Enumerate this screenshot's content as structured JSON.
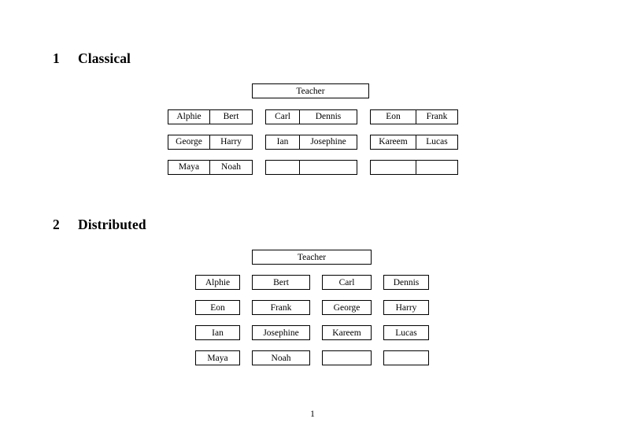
{
  "document": {
    "page_number": "1"
  },
  "sections": [
    {
      "number": "1",
      "title": "Classical",
      "teacher_label": "Teacher",
      "groups": [
        {
          "name": "left-group",
          "rows": [
            {
              "cells": [
                "Alphie",
                "Bert"
              ]
            },
            {
              "cells": [
                "George",
                "Harry"
              ]
            },
            {
              "cells": [
                "Maya",
                "Noah"
              ]
            }
          ]
        },
        {
          "name": "middle-group",
          "rows": [
            {
              "cells": [
                "Carl",
                "Dennis"
              ]
            },
            {
              "cells": [
                "Ian",
                "Josephine"
              ]
            },
            {
              "cells": [
                "",
                ""
              ]
            }
          ]
        },
        {
          "name": "right-group",
          "rows": [
            {
              "cells": [
                "Eon",
                "Frank"
              ]
            },
            {
              "cells": [
                "Kareem",
                "Lucas"
              ]
            },
            {
              "cells": [
                "",
                ""
              ]
            }
          ]
        }
      ]
    },
    {
      "number": "2",
      "title": "Distributed",
      "teacher_label": "Teacher",
      "grid": [
        [
          "Alphie",
          "Bert",
          "Carl",
          "Dennis"
        ],
        [
          "Eon",
          "Frank",
          "George",
          "Harry"
        ],
        [
          "Ian",
          "Josephine",
          "Kareem",
          "Lucas"
        ],
        [
          "Maya",
          "Noah",
          "",
          ""
        ]
      ]
    }
  ]
}
